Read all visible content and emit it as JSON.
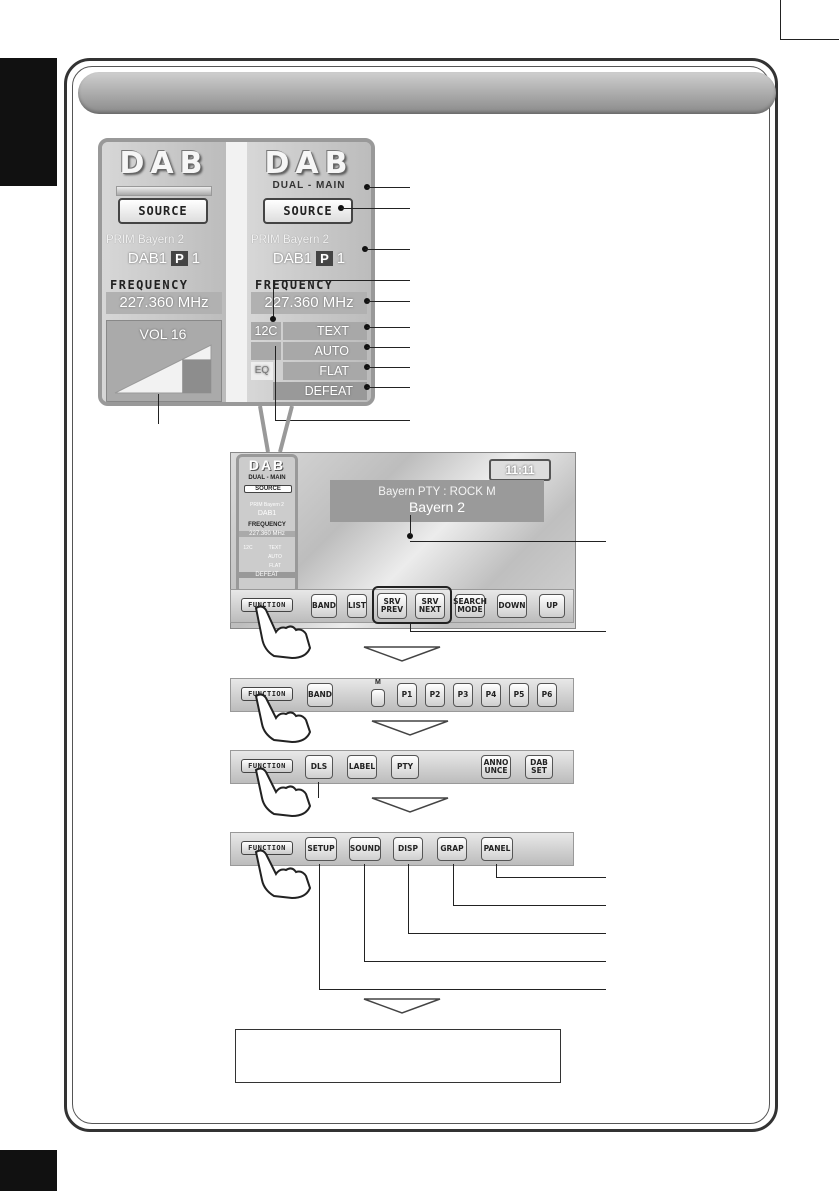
{
  "display": {
    "left_title": "DAB",
    "right_title": "DAB",
    "right_mode": "DUAL - MAIN",
    "source_button": "SOURCE",
    "prim_line": "PRIM  Bayern 2",
    "ensemble": "DAB1",
    "preset_badge": "P",
    "preset_number": "1",
    "frequency_label": "FREQUENCY",
    "frequency_value": "227.360 MHz",
    "volume_label": "VOL 16",
    "volume_level": 0.7,
    "subchannel": "12C",
    "text_cell": "TEXT",
    "auto_cell": "AUTO",
    "flat_cell": "FLAT",
    "eq_cell": "EQ",
    "defeat_cell": "DEFEAT"
  },
  "screen": {
    "clock": "11:11",
    "line1": "Bayern   PTY : ROCK M",
    "line2": "Bayern 2",
    "mini_title": "DAB",
    "mini_mode": "DUAL - MAIN",
    "mini_source": "SOURCE",
    "mini_prim": "PRIM  Bayern 2",
    "mini_ens": "DAB1",
    "mini_freq_label": "FREQUENCY",
    "mini_freq_value": "227.360 MHz",
    "mini_sub": "12C",
    "mini_text": "TEXT",
    "mini_auto": "AUTO",
    "mini_flat": "FLAT",
    "mini_defeat": "DEFEAT"
  },
  "bar1": {
    "function": "FUNCTION",
    "band": "BAND",
    "list": "LIST",
    "srv_prev": "SRV PREV",
    "srv_next": "SRV NEXT",
    "search_mode": "SEARCH MODE",
    "down": "DOWN",
    "up": "UP"
  },
  "bar2": {
    "function": "FUNCTION",
    "band": "BAND",
    "m": "M",
    "presets": [
      "P1",
      "P2",
      "P3",
      "P4",
      "P5",
      "P6"
    ]
  },
  "bar3": {
    "function": "FUNCTION",
    "dls": "DLS",
    "label": "LABEL",
    "pty": "PTY",
    "announce": "ANNO UNCE",
    "dab_set": "DAB SET"
  },
  "bar4": {
    "function": "FUNCTION",
    "setup": "SETUP",
    "sound": "SOUND",
    "disp": "DISP",
    "grap": "GRAP",
    "panel": "PANEL"
  }
}
